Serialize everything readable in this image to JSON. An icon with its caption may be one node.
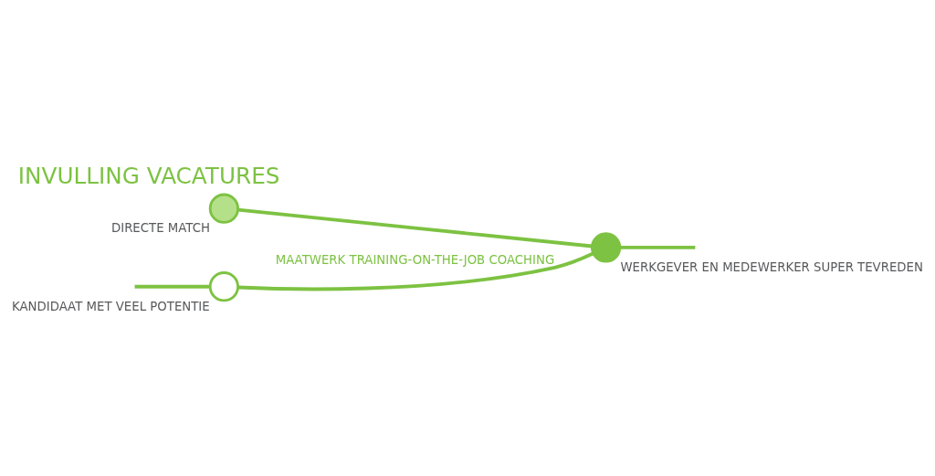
{
  "diagram": {
    "title": "INVULLING VACATURES",
    "nodes": [
      {
        "text": [],
        "shape": "circle",
        "beside": [
          "DIRECTE MATCH"
        ]
      },
      {
        "text": [],
        "shape": "circle",
        "beside": [
          "KANDIDAAT MET VEEL POTENTIE"
        ]
      },
      {
        "text": [],
        "shape": "circle",
        "beside": [
          "WERKGEVER EN MEDEWERKER SUPER TEVREDEN"
        ]
      }
    ],
    "edges": [
      {
        "from": null,
        "to": 1,
        "arrow": "none"
      },
      {
        "from": 0,
        "to": 2,
        "arrow": "none"
      },
      {
        "from": 1,
        "to": 2,
        "arrow": "none",
        "label": "MAATWERK TRAINING-ON-THE-JOB COACHING"
      },
      {
        "from": 2,
        "to": null,
        "arrow": "none"
      }
    ]
  }
}
